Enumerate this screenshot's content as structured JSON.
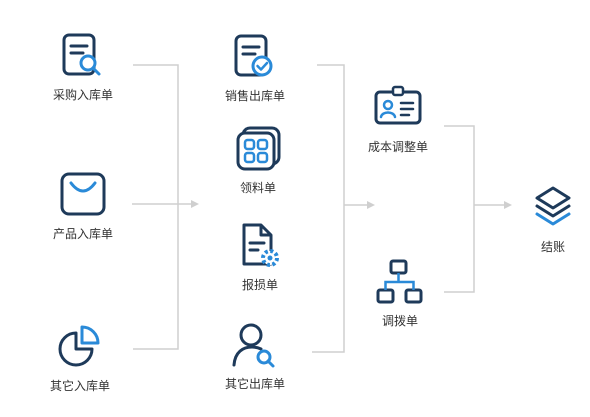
{
  "colors": {
    "icon_stroke": "#1e3a5a",
    "accent": "#2a8ad8",
    "connector": "#cfcfcf",
    "label_text": "#333333"
  },
  "nodes": {
    "purchase_in": {
      "label": "采购入库单",
      "icon": "document-search-icon"
    },
    "product_in": {
      "label": "产品入库单",
      "icon": "shopping-bag-icon"
    },
    "other_in": {
      "label": "其它入库单",
      "icon": "pie-chart-icon"
    },
    "sales_out": {
      "label": "销售出库单",
      "icon": "document-check-icon"
    },
    "material": {
      "label": "领料单",
      "icon": "app-grid-icon"
    },
    "damage": {
      "label": "报损单",
      "icon": "document-gear-icon"
    },
    "other_out": {
      "label": "其它出库单",
      "icon": "user-search-icon"
    },
    "cost_adjust": {
      "label": "成本调整单",
      "icon": "id-card-icon"
    },
    "transfer": {
      "label": "调拨单",
      "icon": "hierarchy-icon"
    },
    "checkout": {
      "label": "结账",
      "icon": "layers-icon"
    }
  }
}
